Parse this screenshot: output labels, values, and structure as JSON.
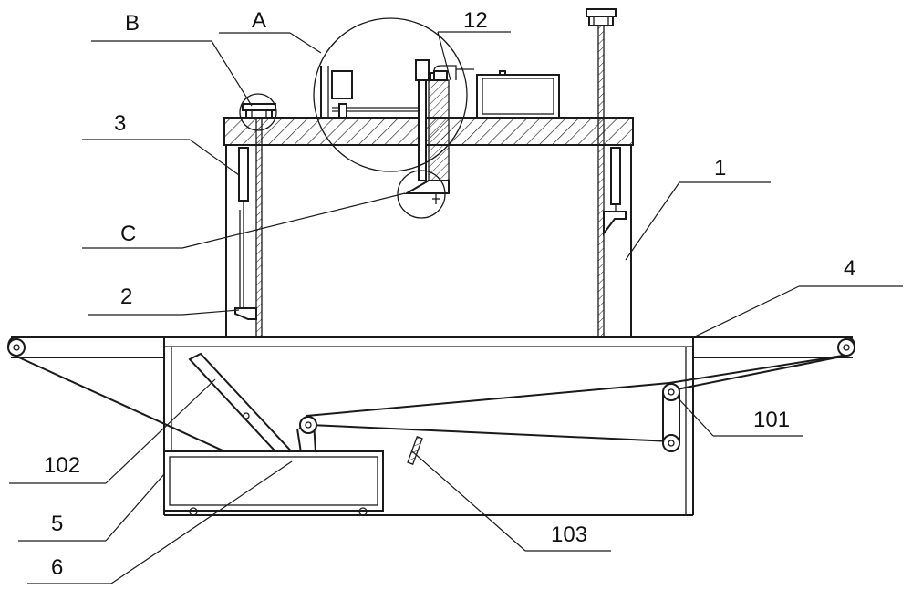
{
  "labels": {
    "B": "B",
    "A": "A",
    "n12": "12",
    "n3": "3",
    "n1": "1",
    "C": "C",
    "n2": "2",
    "n4": "4",
    "n101": "101",
    "n102": "102",
    "n5": "5",
    "n103": "103",
    "n6": "6"
  },
  "colors": {
    "line": "#1a1a1a",
    "background": "#ffffff"
  }
}
